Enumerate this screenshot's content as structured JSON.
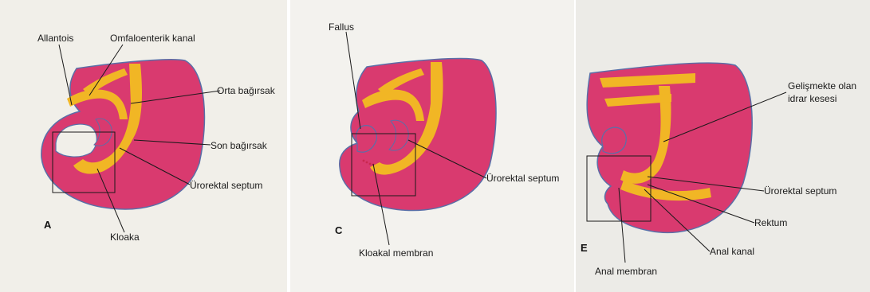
{
  "colors": {
    "page_a": "#f1efe9",
    "page_c": "#f3f2ee",
    "page_e": "#ecebe7",
    "tissue": "#d93a6f",
    "endoderm": "#f1b625",
    "outline": "#5a6fa8"
  },
  "panels": {
    "a": {
      "letter": "A",
      "labels": {
        "allantois": "Allantois",
        "omfaloenterik": "Omfaloenterik kanal",
        "orta": "Orta bağırsak",
        "son": "Son bağırsak",
        "urorektal": "Ürorektal septum",
        "kloaka": "Kloaka"
      }
    },
    "c": {
      "letter": "C",
      "labels": {
        "fallus": "Fallus",
        "urorektal": "Ürorektal septum",
        "kloakal_membran": "Kloakal membran"
      }
    },
    "e": {
      "letter": "E",
      "labels": {
        "gelismekte_1": "Gelişmekte olan",
        "gelismekte_2": "idrar kesesi",
        "urorektal": "Ürorektal septum",
        "rektum": "Rektum",
        "anal_kanal": "Anal kanal",
        "anal_membran": "Anal membran"
      }
    }
  }
}
